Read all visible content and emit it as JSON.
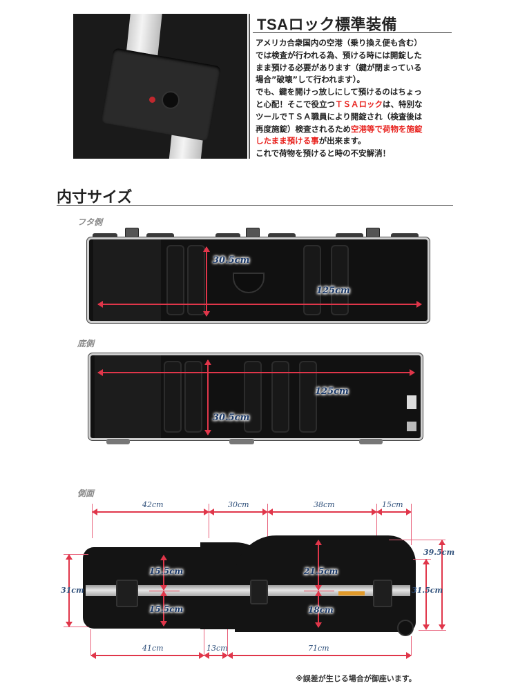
{
  "tsa_section": {
    "title": "TSAロック標準装備",
    "photo_alt": "TSA lock close-up",
    "body_lines": [
      [
        {
          "text": "アメリカ合衆国内の空港（乗り換え便も含む）",
          "red": false
        }
      ],
      [
        {
          "text": "では検査が行われる為、預ける時には開錠した",
          "red": false
        }
      ],
      [
        {
          "text": "まま預ける必要があります（鍵が閉まっている",
          "red": false
        }
      ],
      [
        {
          "text": "場合”破壊”して行われます）。",
          "red": false
        }
      ],
      [
        {
          "text": "でも、鍵を開けっ放しにして預けるのはちょっ",
          "red": false
        }
      ],
      [
        {
          "text": "と心配！そこで役立つ",
          "red": false
        },
        {
          "text": "ＴＳＡロック",
          "red": true
        },
        {
          "text": "は、特別な",
          "red": false
        }
      ],
      [
        {
          "text": "ツールでＴＳＡ職員により開錠され（検査後は",
          "red": false
        }
      ],
      [
        {
          "text": "再度施錠）検査されるため",
          "red": false
        },
        {
          "text": "空港等で荷物を施錠",
          "red": true
        }
      ],
      [
        {
          "text": "したまま預ける事",
          "red": true
        },
        {
          "text": "が出来ます。",
          "red": false
        }
      ],
      [
        {
          "text": "これで荷物を預けると時の不安解消！",
          "red": false
        }
      ]
    ]
  },
  "inner_size": {
    "title": "内寸サイズ",
    "lid_view": {
      "label": "フタ側",
      "width_label": "30.5cm",
      "length_label": "125cm"
    },
    "bottom_view": {
      "label": "底側",
      "width_label": "30.5cm",
      "length_label": "125cm"
    },
    "side_view": {
      "label": "側面",
      "top_dims": [
        "42cm",
        "30cm",
        "38cm",
        "15cm"
      ],
      "bottom_dims": [
        "41cm",
        "13cm",
        "71cm"
      ],
      "left_height": "31cm",
      "left_upper": "15.5cm",
      "left_lower": "15.5cm",
      "mid_upper": "21.5cm",
      "mid_lower": "18cm",
      "right_inner_height": "31.5cm",
      "right_outer_height": "39.5cm"
    }
  },
  "footnote": "※誤差が生じる場合が御座います。",
  "colors": {
    "dimension_line": "#e0364a",
    "label_text": "#1d3b6a",
    "highlight_red": "#e8221e"
  }
}
